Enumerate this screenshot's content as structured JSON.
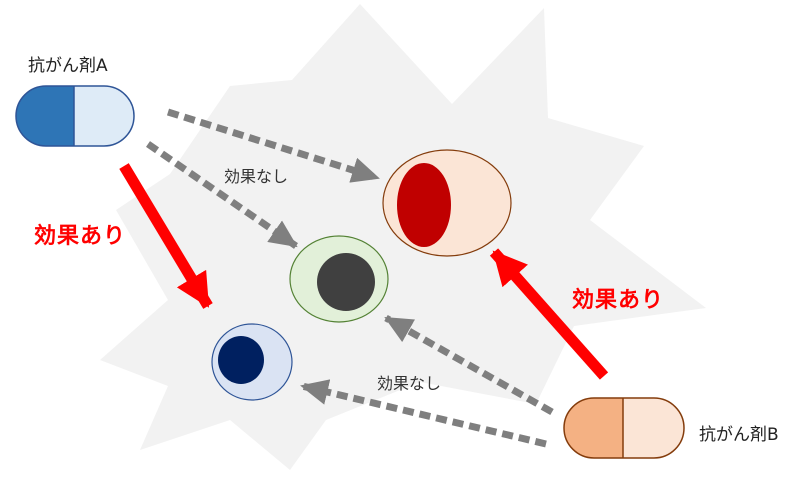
{
  "drug_a": {
    "label": "抗がん剤A",
    "colors": {
      "left": "#2e75b6",
      "right": "#deebf7"
    }
  },
  "drug_b": {
    "label": "抗がん剤B",
    "colors": {
      "left": "#f4b183",
      "right": "#fbe5d6"
    }
  },
  "labels": {
    "no_effect_a": "効果なし",
    "no_effect_b": "効果なし",
    "effect_a": "効果あり",
    "effect_b": "効果あり"
  },
  "cells": [
    {
      "id": "red",
      "fill": "#fbe5d6",
      "nucleus": "#c00000"
    },
    {
      "id": "green",
      "fill": "#e2f0d9",
      "nucleus": "#404040"
    },
    {
      "id": "blue",
      "fill": "#dae3f3",
      "nucleus": "#002060"
    }
  ],
  "colors": {
    "effect_arrow": "#ff0000",
    "no_effect_arrow": "#7f7f7f",
    "burst": "#f2f2f2"
  }
}
